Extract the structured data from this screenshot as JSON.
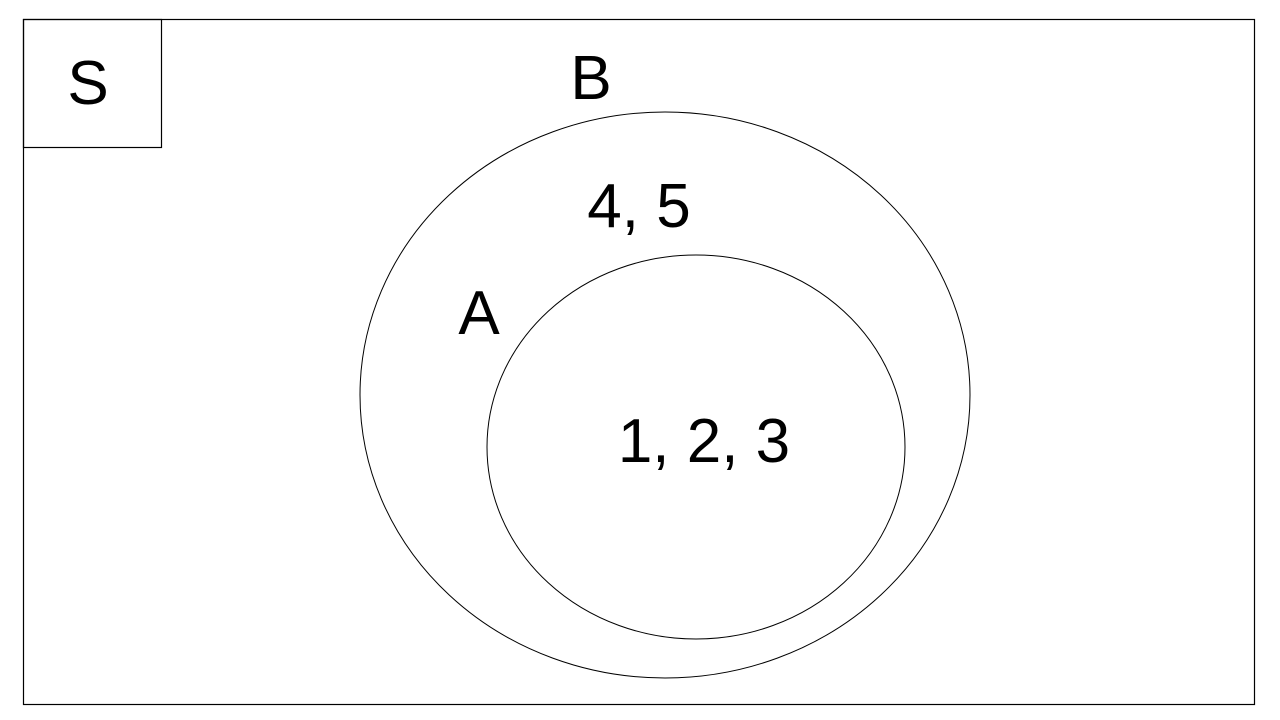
{
  "universal_set": {
    "label": "S"
  },
  "set_b": {
    "label": "B",
    "elements_only_in_b": "4, 5"
  },
  "set_a": {
    "label": "A",
    "elements": "1, 2, 3"
  },
  "colors": {
    "background": "#ffffff",
    "stroke": "#000000",
    "text": "#000000"
  }
}
